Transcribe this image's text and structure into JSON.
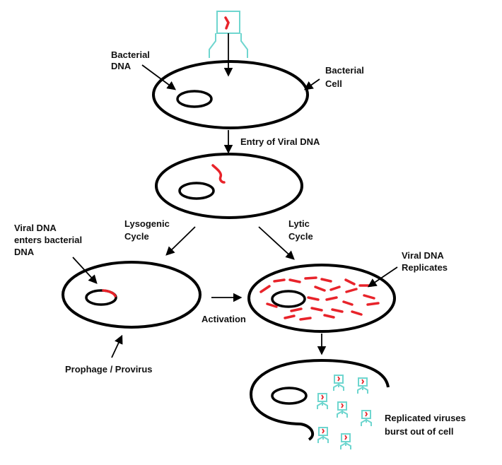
{
  "labels": {
    "bacterial_dna": [
      "Bacterial",
      "DNA"
    ],
    "bacterial_cell": [
      "Bacterial",
      "Cell"
    ],
    "entry": "Entry of Viral DNA",
    "lysogenic": [
      "Lysogenic",
      "Cycle"
    ],
    "lytic": [
      "Lytic",
      "Cycle"
    ],
    "viral_enters": [
      "Viral DNA",
      "enters bacterial",
      "DNA"
    ],
    "viral_replicates": [
      "Viral DNA",
      "Replicates"
    ],
    "activation": "Activation",
    "prophage": "Prophage / Provirus",
    "burst": [
      "Replicated viruses",
      "burst out of cell"
    ]
  },
  "colors": {
    "viral_dna": "#e8232a",
    "phage": "#6fd6cf",
    "outline": "#000000"
  }
}
